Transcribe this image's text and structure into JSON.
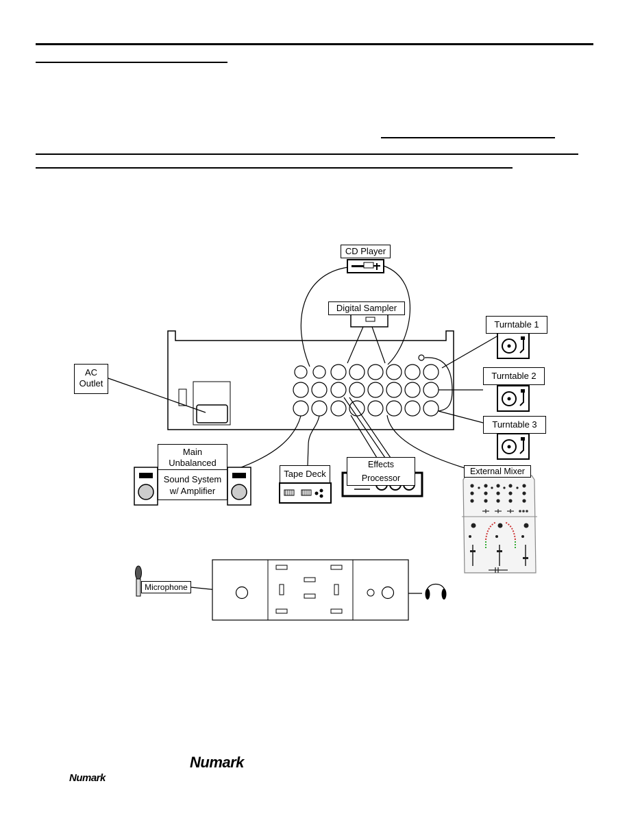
{
  "diagram": {
    "labels": {
      "cd_player": "CD Player",
      "digital_sampler": "Digital Sampler",
      "turntable_1": "Turntable 1",
      "turntable_2": "Turntable 2",
      "turntable_3": "Turntable 3",
      "ac_outlet_line1": "AC",
      "ac_outlet_line2": "Outlet",
      "main_line1": "Main",
      "main_line2": "Unbalanced",
      "sound_line1": "Sound System",
      "sound_line2": "w/ Amplifier",
      "tape_deck": "Tape Deck",
      "effects_processor": "Effects Processor",
      "external_mixer": "External Mixer",
      "microphone": "Microphone"
    }
  },
  "footer": {
    "brand_primary": "Numark",
    "brand_secondary": "Numark"
  },
  "icons": [
    "cd-player-icon",
    "sampler-icon",
    "turntable-icon",
    "speaker-icon",
    "tape-deck-icon",
    "effects-unit-icon",
    "mixer-icon",
    "microphone-icon",
    "headphones-icon"
  ]
}
